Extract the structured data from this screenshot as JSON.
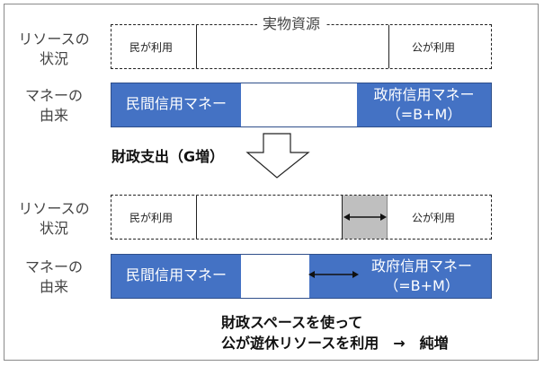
{
  "top": {
    "resource_label": "リソースの\n状況",
    "real_resources_title": "実物資源",
    "private_use": "民が利用",
    "public_use": "公が利用",
    "money_label": "マネーの\n由来",
    "private_money": "民間信用マネー",
    "gov_money_line1": "政府信用マネー",
    "gov_money_line2": "（=B+M）"
  },
  "transition": {
    "caption": "財政支出（G増）"
  },
  "bottom": {
    "resource_label": "リソースの\n状況",
    "private_use": "民が利用",
    "public_use": "公が利用",
    "money_label": "マネーの\n由来",
    "private_money": "民間信用マネー",
    "gov_money_line1": "政府信用マネー",
    "gov_money_line2": "（=B+M）"
  },
  "conclusion": {
    "line1": "財政スペースを使って",
    "line2": "公が遊休リソースを利用　→　純増"
  },
  "colors": {
    "blue": "#4472c4",
    "gray_shade": "#bfbfbf"
  }
}
